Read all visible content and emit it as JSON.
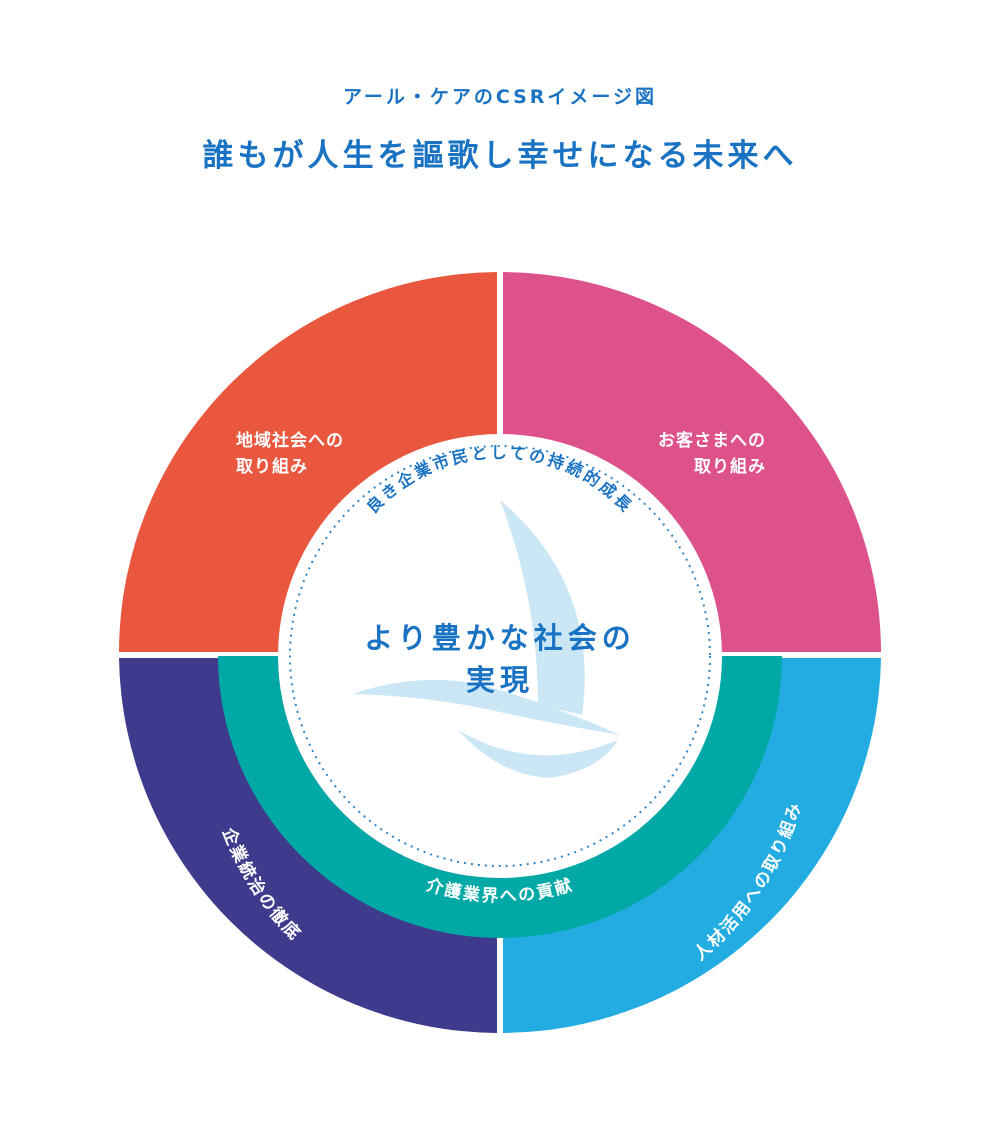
{
  "header": {
    "subtitle": "アール・ケアのCSRイメージ図",
    "headline": "誰もが人生を謳歌し幸せになる未来へ"
  },
  "colors": {
    "text_blue": "#1a73c2",
    "community": "#e8573e",
    "customers": "#de528c",
    "governance": "#3e3a8c",
    "human_resources": "#23ace2",
    "care_industry": "#00a8a6",
    "dotted_ring": "#2c86c8",
    "emblem_light": "#cbe7f6"
  },
  "quadrants": {
    "community": {
      "line1": "地域社会への",
      "line2": "取り組み"
    },
    "customers": {
      "line1": "お客さまへの",
      "line2": "取り組み"
    },
    "governance": "企業統治の徹底",
    "human_resources": "人材活用への取り組み"
  },
  "care_ring_label": "介護業界への貢献",
  "inner_ring_label": "良き企業市民としての持続的成長",
  "center": {
    "line1": "より豊かな社会の",
    "line2": "実現"
  },
  "emblem": "sail-and-wave-logo"
}
